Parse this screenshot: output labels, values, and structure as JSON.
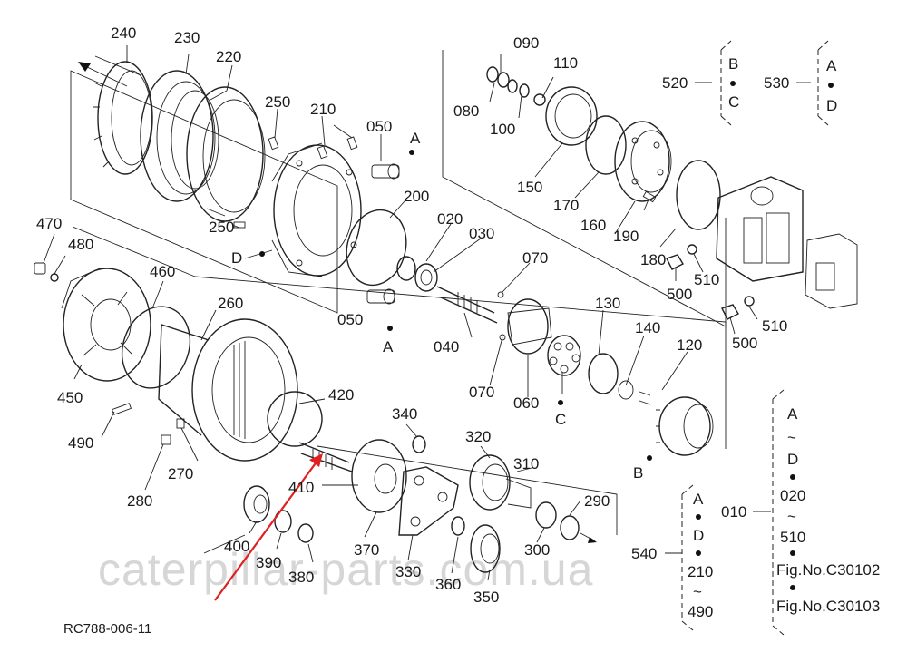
{
  "drawing_code": "RC788-006-11",
  "watermark": "caterpillar-parts.com.ua",
  "accent_color": "#e02020",
  "parts": [
    "240",
    "230",
    "220",
    "250",
    "210",
    "050",
    "090",
    "110",
    "080",
    "100",
    "150",
    "170",
    "160",
    "190",
    "180",
    "200",
    "020",
    "030",
    "070",
    "040",
    "060",
    "130",
    "140",
    "120",
    "470",
    "480",
    "460",
    "260",
    "420",
    "450",
    "490",
    "280",
    "270",
    "340",
    "320",
    "310",
    "290",
    "410",
    "400",
    "390",
    "380",
    "370",
    "330",
    "360",
    "350",
    "300",
    "500",
    "510"
  ],
  "ref_letters": {
    "a": "A",
    "b": "B",
    "c": "C",
    "d": "D"
  },
  "groups": {
    "g520": {
      "code": "520",
      "from": "B",
      "to": "C"
    },
    "g530": {
      "code": "530",
      "from": "A",
      "to": "D"
    },
    "g010": {
      "code": "010",
      "col_a": {
        "from": "A",
        "tilde": "~",
        "to": "D"
      },
      "col_b": {
        "from": "020",
        "tilde": "~",
        "to": "510"
      },
      "fig1": "Fig.No.C30102",
      "fig2": "Fig.No.C30103"
    },
    "g540": {
      "code": "540",
      "from": "A",
      "to": "D",
      "r_from": "210",
      "tilde": "~",
      "r_to": "490"
    }
  }
}
